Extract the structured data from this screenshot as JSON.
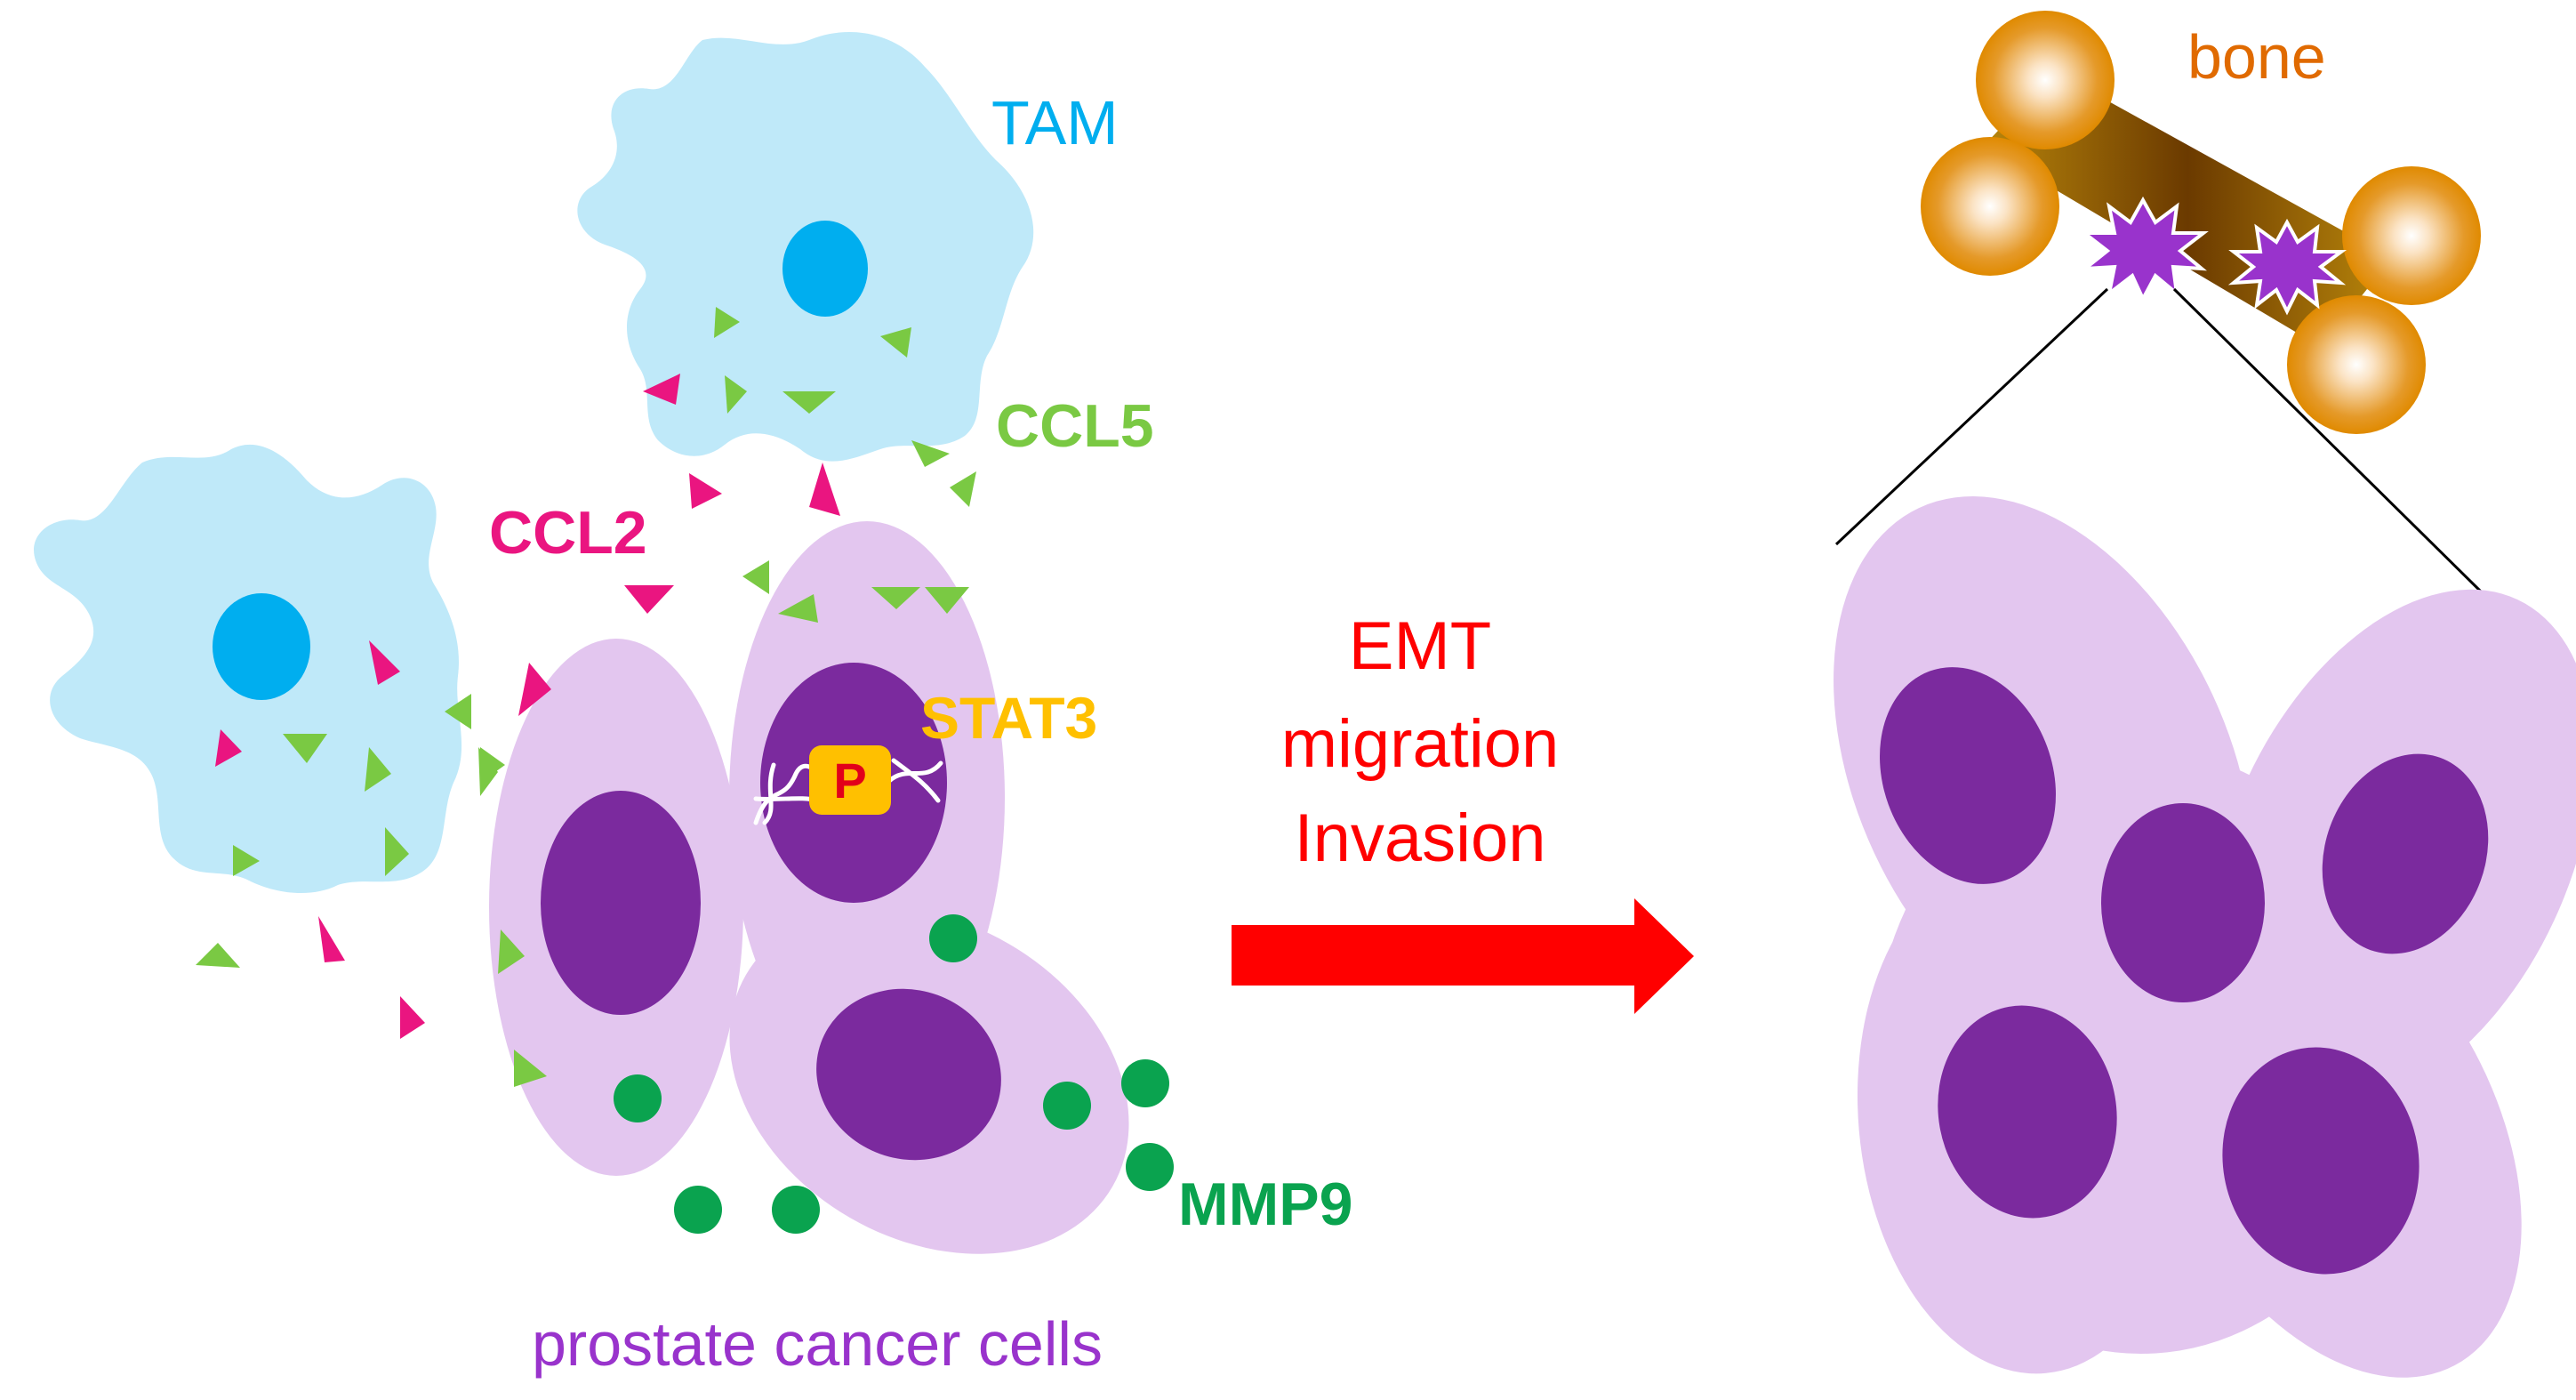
{
  "labels": {
    "tam": "TAM",
    "ccl5": "CCL5",
    "ccl2": "CCL2",
    "stat3": "STAT3",
    "phospho": "P",
    "mmp9": "MMP9",
    "prostate": "prostate cancer cells",
    "bone": "bone",
    "effects": [
      "EMT",
      "migration",
      "Invasion"
    ]
  },
  "colors": {
    "tam_fill": "#bfe9f9",
    "tam_nucleus": "#00aeef",
    "tam_label": "#00aeef",
    "cell_fill": "#e3c6ef",
    "cell_nucleus": "#7b2a9e",
    "ccl5": "#7ac943",
    "ccl2": "#ea1580",
    "stat3": "#ffc000",
    "phospho_box": "#ffc000",
    "phospho_text": "#e2001a",
    "mmp9": "#0aa34f",
    "prostate_label": "#9933cc",
    "arrow": "#ff0000",
    "effects": "#ff0000",
    "bone_color": "#e08a00",
    "bone_label": "#e06a00",
    "lesion": "#9933cc",
    "connector": "#000000"
  },
  "icons": {
    "ccl5_marker": "green-triangle",
    "ccl2_marker": "pink-triangle",
    "mmp9_marker": "green-dot",
    "lesion_marker": "purple-starburst",
    "dna": "dna-strand-icon"
  }
}
